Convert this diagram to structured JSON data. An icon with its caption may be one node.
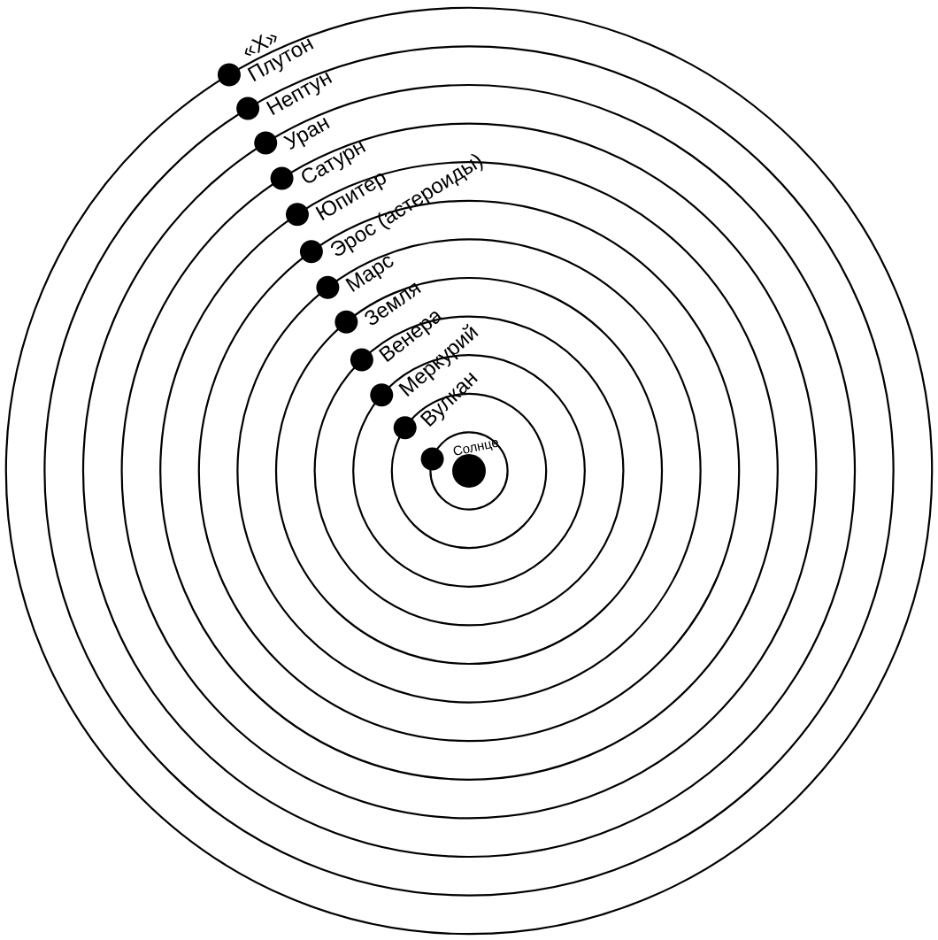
{
  "diagram": {
    "nodes": [
      {
        "text": [
          "Плутон"
        ]
      },
      {
        "text": [
          "Нептун"
        ]
      },
      {
        "text": [
          "Уран"
        ]
      },
      {
        "text": [
          "Сатурн"
        ]
      },
      {
        "text": [
          "Юпитер"
        ]
      },
      {
        "text": [
          "Эрос (астероиды)"
        ]
      },
      {
        "text": [
          "Марс"
        ]
      },
      {
        "text": [
          "Земля"
        ]
      },
      {
        "text": [
          "Венера"
        ]
      },
      {
        "text": [
          "Меркурий"
        ]
      },
      {
        "text": [
          "Вулкан"
        ]
      },
      {
        "text": [],
        "shape": "circle"
      },
      {
        "text": [
          "Солнце"
        ]
      }
    ],
    "labels": [
      "«X»"
    ]
  }
}
